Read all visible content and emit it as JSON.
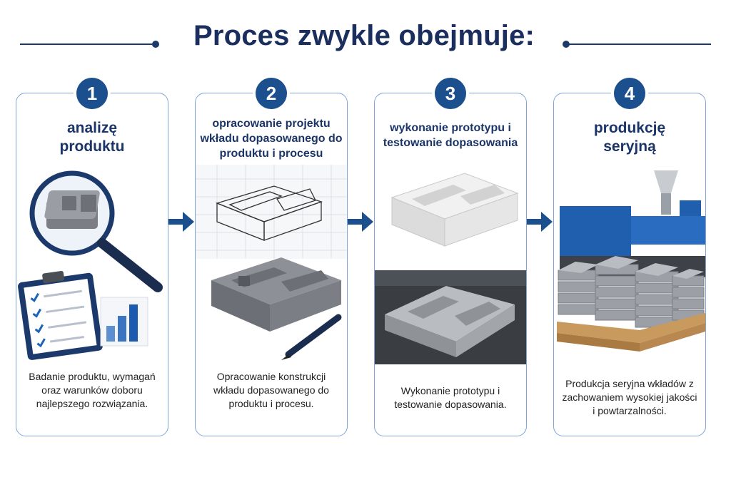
{
  "title": "Proces zwykle obejmuje:",
  "steps": [
    {
      "number": "1",
      "heading": "analizę produktu",
      "description": "Badanie produktu, wymagań oraz warunków doboru najlepszego rozwiązania."
    },
    {
      "number": "2",
      "heading": "opracowanie projektu wkładu dopasowanego do produktu i procesu",
      "description": "Opracowanie konstrukcji wkładu dopasowanego do produktu i procesu."
    },
    {
      "number": "3",
      "heading": "wykonanie prototypu i testowanie dopasowania",
      "description": "Wykonanie prototypu i testowanie dopasowania."
    },
    {
      "number": "4",
      "heading": "produkcję seryjną",
      "description": "Produkcja seryjna wkładów z zachowaniem wysokiej jakości i powtarzalności."
    }
  ],
  "colors": {
    "accent": "#1b4f8d",
    "card_border": "#7fa6d6",
    "title": "#1b2f5e"
  }
}
